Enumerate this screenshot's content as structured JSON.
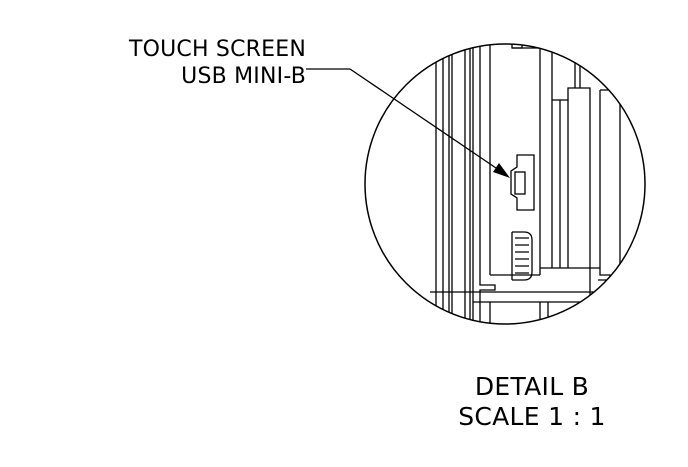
{
  "callout": {
    "line1": "TOUCH SCREEN",
    "line2": "USB MINI-B"
  },
  "detail": {
    "title": "DETAIL B",
    "scale": "SCALE 1 : 1"
  },
  "colors": {
    "ink": "#000000",
    "paper": "#ffffff"
  }
}
